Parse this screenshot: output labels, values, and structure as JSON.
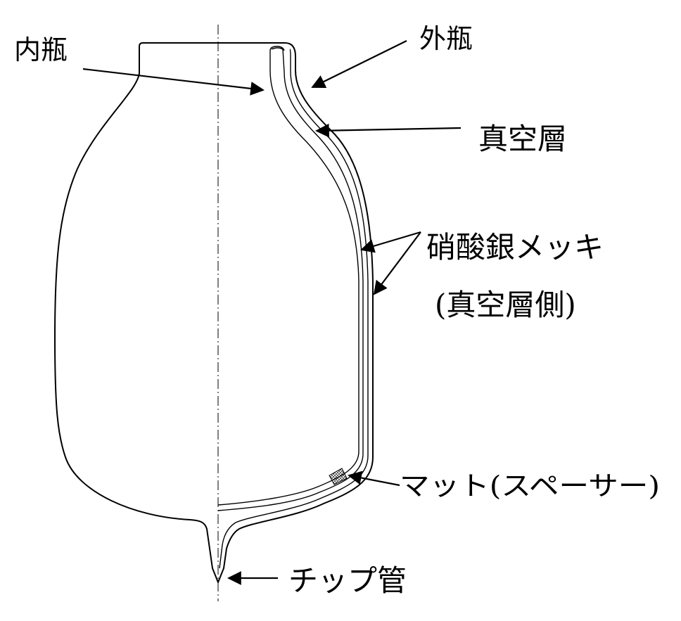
{
  "labels": {
    "inner_bottle": "内瓶",
    "outer_bottle": "外瓶",
    "vacuum_layer": "真空層",
    "silver_plating": "硝酸銀メッキ",
    "vacuum_side": "(真空層側)",
    "mat_spacer": "マット(スペーサー)",
    "tip_tube": "チップ管"
  }
}
